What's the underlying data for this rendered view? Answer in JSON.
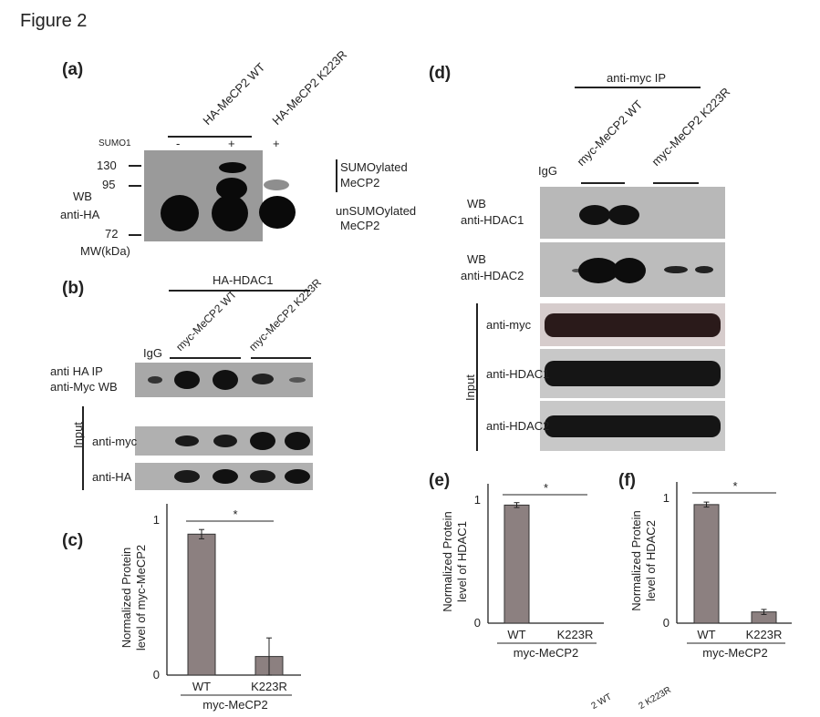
{
  "figure_title": "Figure 2",
  "panel_a": {
    "label": "(a)",
    "lanes": [
      "HA-MeCP2 WT",
      "HA-MeCP2 K223R"
    ],
    "sumo_label": "SUMO1",
    "sumo": [
      "-",
      "+",
      "+"
    ],
    "mw": [
      "130",
      "95",
      "72"
    ],
    "mw_unit": "MW(kDa)",
    "wb": "WB",
    "antibody": "anti-HA",
    "right_labels": [
      "SUMOylated",
      "MeCP2",
      "unSUMOylated",
      "MeCP2"
    ]
  },
  "panel_b": {
    "label": "(b)",
    "header": "HA-HDAC1",
    "igg": "IgG",
    "lanes": [
      "myc-MeCP2 WT",
      "myc-MeCP2 K223R"
    ],
    "row1": [
      "anti HA IP",
      "anti-Myc WB"
    ],
    "input": "Input",
    "rows": [
      "anti-myc",
      "anti-HA"
    ]
  },
  "panel_d": {
    "label": "(d)",
    "header": "anti-myc IP",
    "igg": "IgG",
    "lanes": [
      "myc-MeCP2 WT",
      "myc-MeCP2 K223R"
    ],
    "wb1": [
      "WB",
      "anti-HDAC1"
    ],
    "wb2": [
      "WB",
      "anti-HDAC2"
    ],
    "input": "Input",
    "rows": [
      "anti-myc",
      "anti-HDAC1",
      "anti-HDAC2"
    ]
  },
  "stray_labels": [
    "2 WT",
    "2 K223R"
  ],
  "chart_data": [
    {
      "panel": "(c)",
      "type": "bar",
      "categories": [
        "WT",
        "K223R"
      ],
      "values": [
        0.91,
        0.12
      ],
      "errors": [
        0.03,
        0.12
      ],
      "ylabel": [
        "Normalized Protein",
        "level of myc-MeCP2"
      ],
      "xgroup": "myc-MeCP2",
      "ylim": [
        0,
        1
      ],
      "yticks": [
        "0",
        "1"
      ],
      "significance": "*"
    },
    {
      "panel": "(e)",
      "type": "bar",
      "categories": [
        "WT",
        "K223R"
      ],
      "values": [
        0.96,
        0
      ],
      "errors": [
        0.02,
        0
      ],
      "ylabel": [
        "Normalized Protein",
        "level of HDAC1"
      ],
      "xgroup": "myc-MeCP2",
      "ylim": [
        0,
        1
      ],
      "yticks": [
        "0",
        "1"
      ],
      "significance": "*"
    },
    {
      "panel": "(f)",
      "type": "bar",
      "categories": [
        "WT",
        "K223R"
      ],
      "values": [
        0.95,
        0.09
      ],
      "errors": [
        0.02,
        0.02
      ],
      "ylabel": [
        "Normalized Protein",
        "level of HDAC2"
      ],
      "xgroup": "myc-MeCP2",
      "ylim": [
        0,
        1
      ],
      "yticks": [
        "0",
        "1"
      ],
      "significance": "*"
    }
  ]
}
